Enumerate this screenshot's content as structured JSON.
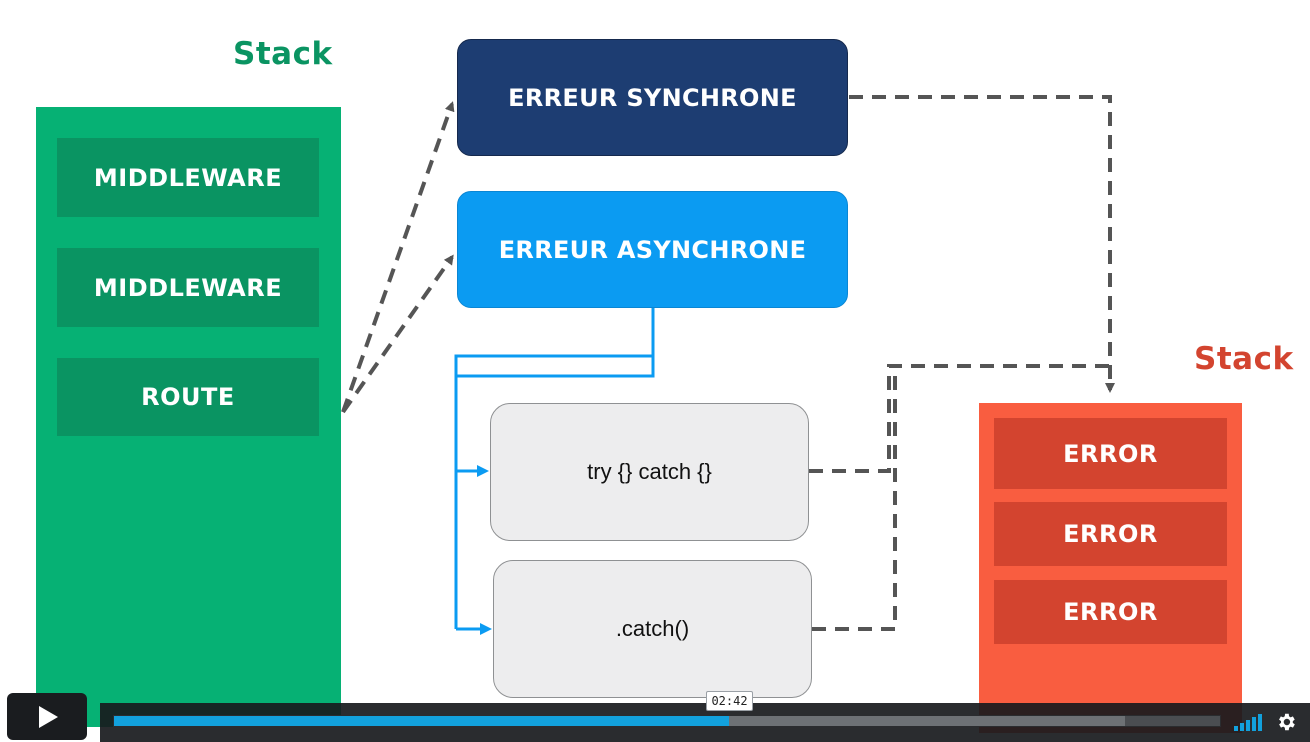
{
  "slide": {
    "left_stack": {
      "title": "Stack",
      "items": [
        "MIDDLEWARE",
        "MIDDLEWARE",
        "ROUTE"
      ]
    },
    "sync_error": "ERREUR SYNCHRONE",
    "async_error": "ERREUR ASYNCHRONE",
    "try_catch": "try {} catch {}",
    "catch_method": ".catch()",
    "right_stack": {
      "title": "Stack",
      "items": [
        "ERROR",
        "ERROR",
        "ERROR"
      ]
    }
  },
  "colors": {
    "green": "#06b174",
    "dark_blue": "#1d3d72",
    "light_blue": "#0b9bf2",
    "red": "#f95d40",
    "accent_progress": "#12a1dd"
  },
  "player": {
    "current_time": "02:42",
    "progress_fraction": 0.556,
    "buffered_fraction": 0.914,
    "icons": [
      "play-icon",
      "volume-icon",
      "settings-gear-icon"
    ]
  }
}
